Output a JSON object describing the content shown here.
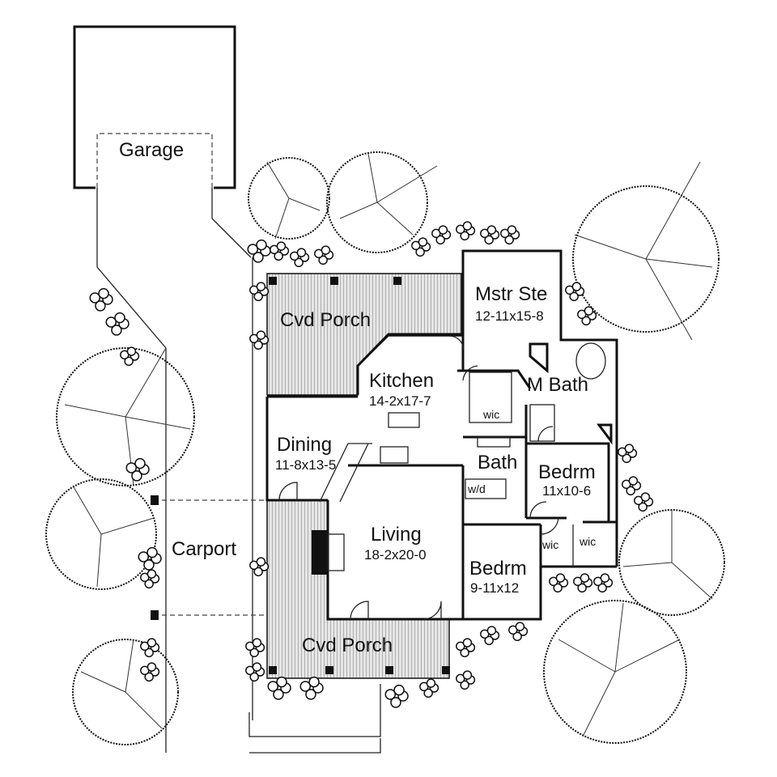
{
  "rooms": {
    "garage": {
      "name": "Garage"
    },
    "carport": {
      "name": "Carport"
    },
    "porch_rear": {
      "name": "Cvd Porch"
    },
    "porch_front": {
      "name": "Cvd Porch"
    },
    "master_suite": {
      "name": "Mstr Ste",
      "size": "12-11x15-8"
    },
    "kitchen": {
      "name": "Kitchen",
      "size": "14-2x17-7"
    },
    "master_bath": {
      "name": "M Bath"
    },
    "dining": {
      "name": "Dining",
      "size": "11-8x13-5"
    },
    "bath": {
      "name": "Bath"
    },
    "bedroom_2": {
      "name": "Bedrm",
      "size": "11x10-6"
    },
    "living": {
      "name": "Living",
      "size": "18-2x20-0"
    },
    "bedroom_3": {
      "name": "Bedrm",
      "size": "9-11x12"
    }
  },
  "small_labels": {
    "wic_master": "wic",
    "wd": "w/d",
    "wic_bed2": "wic",
    "wic_bed3": "wic"
  }
}
